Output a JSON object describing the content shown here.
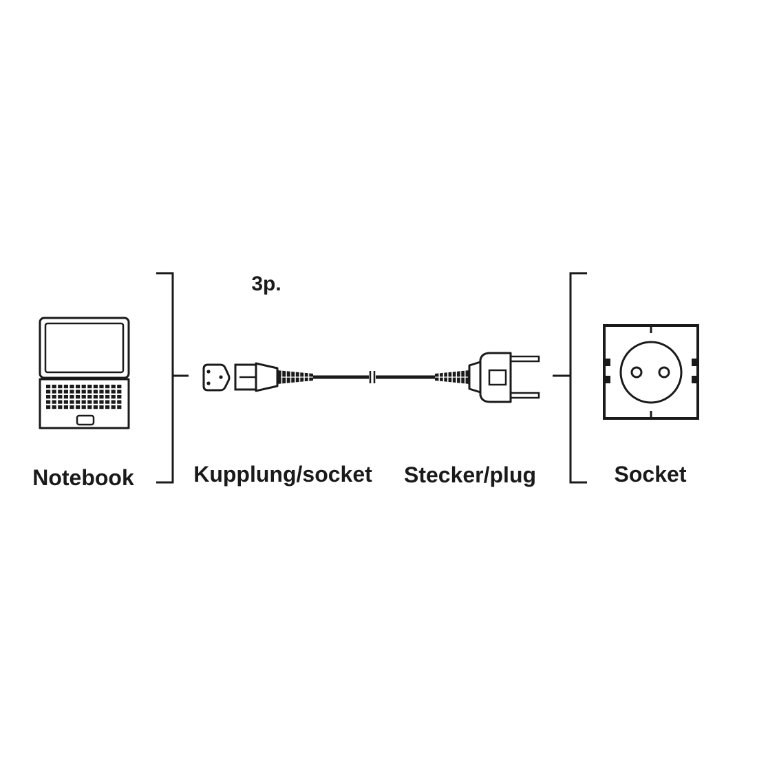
{
  "labels": {
    "notebook": "Notebook",
    "coupler": "Kupplung/socket",
    "plug": "Stecker/plug",
    "socket": "Socket",
    "pins": "3p."
  },
  "icons": {
    "notebook": "laptop-icon",
    "coupler_face": "c5-coupler-face-icon",
    "coupler": "c5-coupler-icon",
    "plug": "schuko-plug-icon",
    "socket": "wall-socket-icon"
  },
  "colors": {
    "line": "#1a1a1a",
    "background": "#ffffff"
  }
}
